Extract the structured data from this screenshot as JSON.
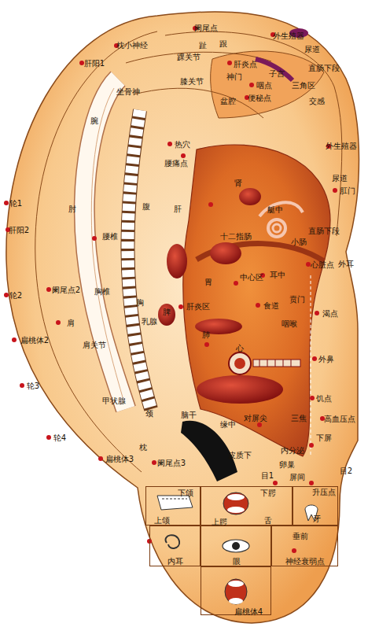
{
  "diagram": {
    "nodes": [
      {
        "text": [
          "下颌",
          "上颌"
        ]
      },
      {
        "text": [
          "下腭",
          "上腭",
          "舌"
        ]
      },
      {
        "text": [
          "牙"
        ]
      },
      {
        "text": [
          "内耳"
        ]
      },
      {
        "text": [
          "眼"
        ]
      },
      {
        "text": [
          "垂前",
          "神经衰弱点"
        ]
      },
      {
        "text": [
          "扁桃体4"
        ]
      }
    ],
    "labels": [
      "阑尾点",
      "枕小神经",
      "趾",
      "跟",
      "外生殖器",
      "肝阳1",
      "踝关节",
      "尿道",
      "肝炎点",
      "直肠下段",
      "膝关节",
      "神门",
      "子宫",
      "咽点",
      "三角区",
      "坐骨神",
      "便秘点",
      "盆腔",
      "交感",
      "腕",
      "热穴",
      "外生殖器",
      "腰痛点",
      "尿道",
      "肾",
      "肛门",
      "轮1",
      "肘",
      "腹",
      "肝",
      "艇中",
      "肝阳2",
      "直肠下段",
      "十二指肠",
      "腰椎",
      "小肠",
      "心脏点",
      "外耳",
      "胃",
      "中心区",
      "耳中",
      "阑尾点2",
      "胸椎",
      "轮2",
      "胸",
      "肝炎区",
      "食道",
      "贲门",
      "渴点",
      "肩",
      "咽喉",
      "乳腺",
      "脾",
      "肺",
      "扁桃体2",
      "肩关节",
      "心",
      "外鼻",
      "轮3",
      "饥点",
      "甲状腺",
      "高血压点",
      "颈",
      "脑干",
      "对屏尖",
      "三焦",
      "缘中",
      "下屏",
      "轮4",
      "枕",
      "内分泌",
      "皮质下",
      "扁桃体3",
      "阑尾点3",
      "卵巢",
      "目2",
      "目1",
      "屏间",
      "升压点"
    ]
  }
}
